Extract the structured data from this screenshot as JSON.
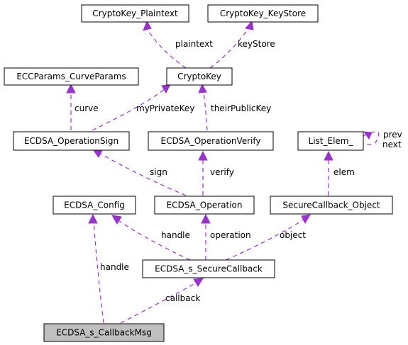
{
  "nodes": {
    "plaintext_key": "CryptoKey_Plaintext",
    "keystore_key": "CryptoKey_KeyStore",
    "ecc_params": "ECCParams_CurveParams",
    "crypto_key": "CryptoKey",
    "op_sign": "ECDSA_OperationSign",
    "op_verify": "ECDSA_OperationVerify",
    "list_elem": "List_Elem_",
    "config": "ECDSA_Config",
    "operation": "ECDSA_Operation",
    "secure_obj": "SecureCallback_Object",
    "secure_cb": "ECDSA_s_SecureCallback",
    "callback_msg": "ECDSA_s_CallbackMsg"
  },
  "edges": {
    "plaintext": "plaintext",
    "keyStore": "keyStore",
    "curve": "curve",
    "myPrivateKey": "myPrivateKey",
    "theirPublicKey": "theirPublicKey",
    "prev": "prev",
    "next": "next",
    "sign": "sign",
    "verify": "verify",
    "elem": "elem",
    "handle_cb": "handle",
    "operation": "operation",
    "object": "object",
    "handle_msg": "handle",
    "callback": "callback"
  },
  "colors": {
    "edge": "#9a32cd",
    "selected_node_fill": "#bfbfbf"
  }
}
